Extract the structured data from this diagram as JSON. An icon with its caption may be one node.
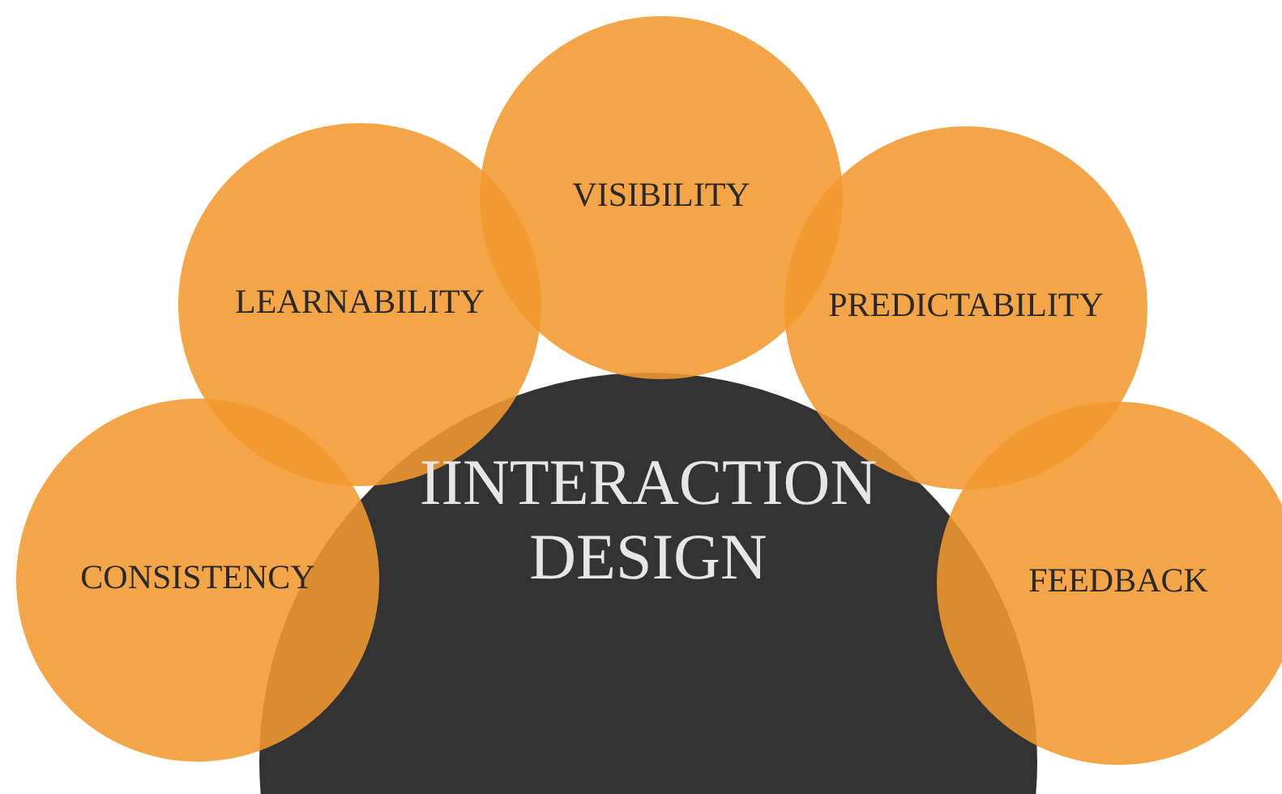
{
  "diagram": {
    "nodes": [
      {
        "text": [
          "IINTERACTION DESIGN"
        ]
      },
      {
        "text": [
          "CONSISTENCY"
        ]
      },
      {
        "text": [
          "LEARNABILITY"
        ]
      },
      {
        "text": [
          "VISIBILITY"
        ]
      },
      {
        "text": [
          "PREDICTABILITY"
        ]
      },
      {
        "text": [
          "FEEDBACK"
        ]
      }
    ]
  }
}
